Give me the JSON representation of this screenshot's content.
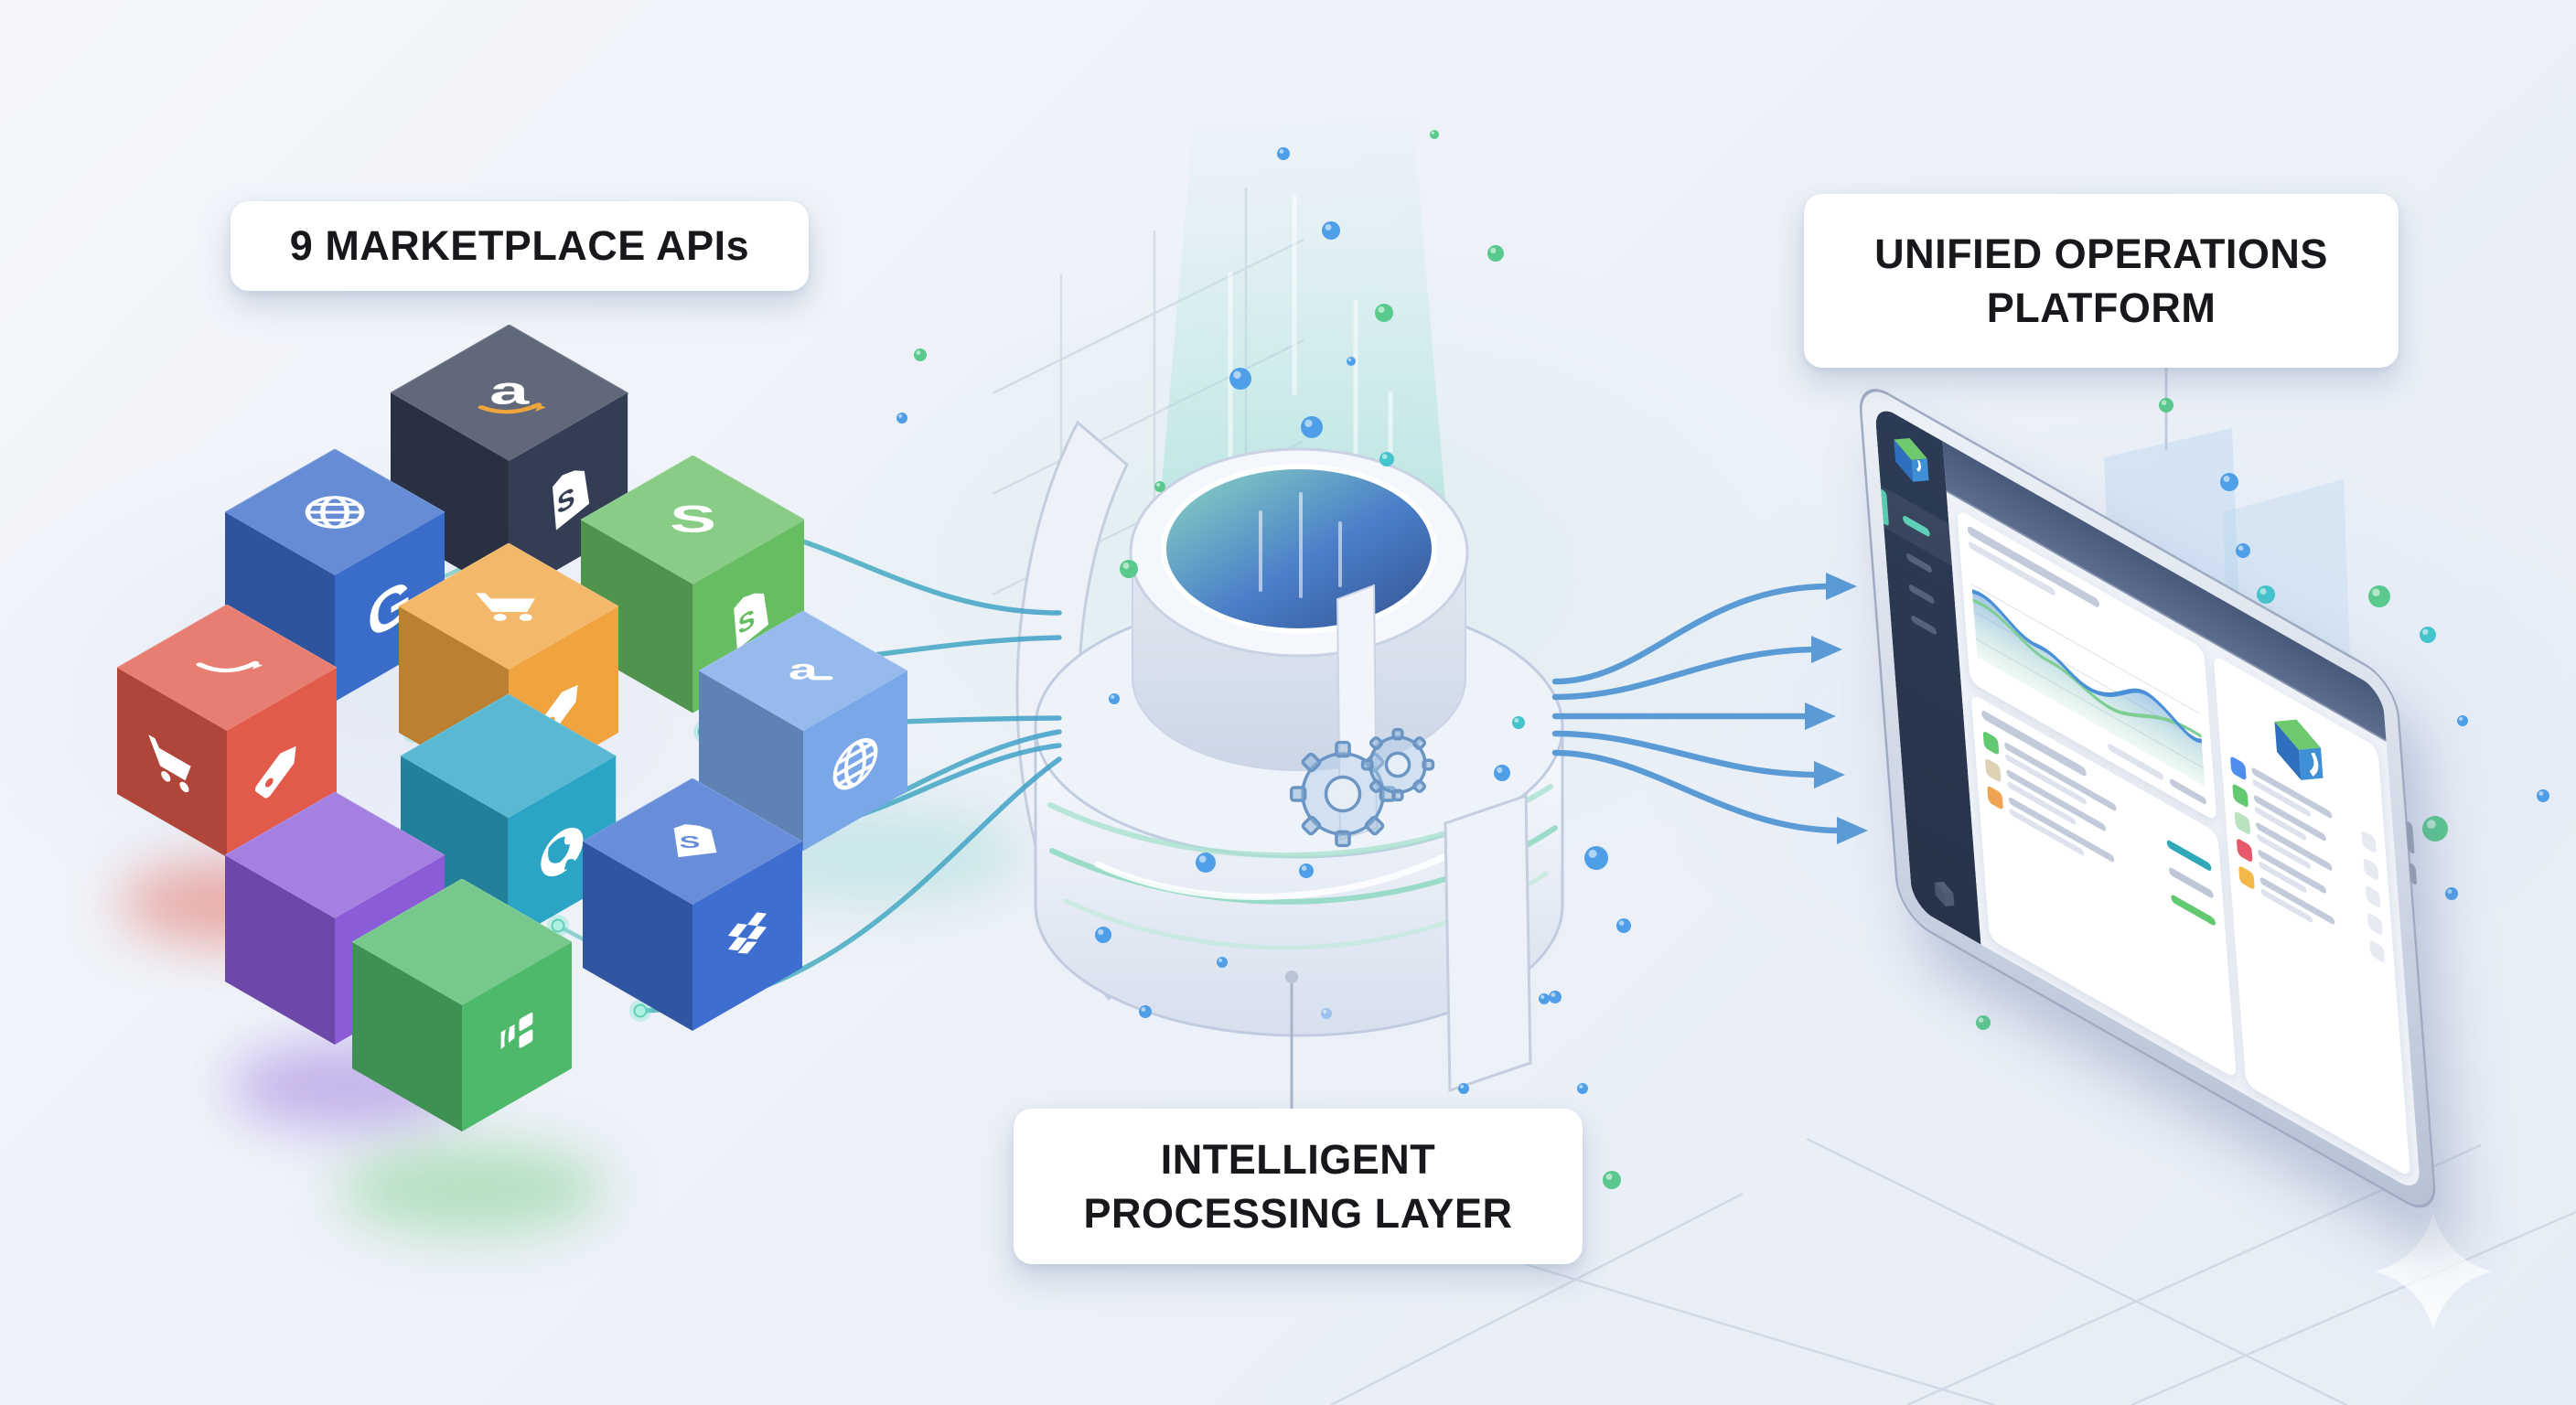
{
  "diagram": {
    "source_label": "9 MARKETPLACE APIs",
    "processing_line1": "INTELLIGENT",
    "processing_line2": "PROCESSING LAYER",
    "platform_line1": "UNIFIED OPERATIONS",
    "platform_line2": "PLATFORM"
  },
  "marketplace_cubes": [
    {
      "name": "cube-amazon",
      "brand": "Amazon",
      "color": "#333e54",
      "top_icon": "amazon-a",
      "side_icon": "shopify-bag"
    },
    {
      "name": "cube-globe-g",
      "brand": "G marketplace",
      "color": "#3a6cc9",
      "top_icon": "globe",
      "side_icon": "g-letter"
    },
    {
      "name": "cube-shopify",
      "brand": "Shopify",
      "color": "#67bd62",
      "top_icon": "s-letter",
      "side_icon": "shopify-bag"
    },
    {
      "name": "cube-cart-orange",
      "brand": "Cart store",
      "color": "#f0a440",
      "top_icon": "cart",
      "side_icon": "tag"
    },
    {
      "name": "cube-cart-red",
      "brand": "Smile store",
      "color": "#e25a4a",
      "top_icon": "smile",
      "side_icon": "tag",
      "left_icon": "cart"
    },
    {
      "name": "cube-swoosh-blue",
      "brand": "A web store",
      "color": "#7aa7e8",
      "top_icon": "swoosh-a",
      "side_icon": "globe"
    },
    {
      "name": "cube-earth-teal",
      "brand": "Earth market",
      "color": "#2ba4c6",
      "top_icon": "none",
      "side_icon": "earth"
    },
    {
      "name": "cube-globe-purple",
      "brand": "Web market",
      "color": "#8a5cd8",
      "top_icon": "none",
      "side_icon": "globe"
    },
    {
      "name": "cube-dropbox",
      "brand": "Dropbox",
      "color": "#3e6ed0",
      "top_icon": "shopify-bag",
      "side_icon": "dropbox"
    },
    {
      "name": "cube-squares-green",
      "brand": "Squares market",
      "color": "#4fb96b",
      "top_icon": "none",
      "side_icon": "squares"
    }
  ],
  "flow": {
    "input_lines": 6,
    "output_arrows": 5,
    "wire_color_start": "#57c7a8",
    "wire_color_end": "#3f9fc9",
    "arrow_color": "#5b9bd5"
  },
  "platform_ui": {
    "sidebar_nav_items": 4,
    "status_square_colors": [
      "#4f8df0",
      "#63c971",
      "#b9e3c0",
      "#e8596a",
      "#f4b84a"
    ],
    "list_square_colors": [
      "#63c971",
      "#ddd2b5",
      "#f0a353"
    ],
    "chart_line_colors": [
      "#4a90d9",
      "#7fcf95"
    ],
    "accent_bar_colors": [
      "#2fa8b8",
      "#bfc7d6",
      "#63c971"
    ]
  },
  "palette": {
    "background": "#edf1f8",
    "card_text": "#17181c",
    "particles_blue": "#4f9fe8",
    "particles_green": "#5ac98e",
    "particles_teal": "#46c4cd",
    "vortex_shell": "#eef2f9",
    "vortex_hole_top": "#8fd8c2",
    "vortex_hole_bottom": "#34518f"
  }
}
